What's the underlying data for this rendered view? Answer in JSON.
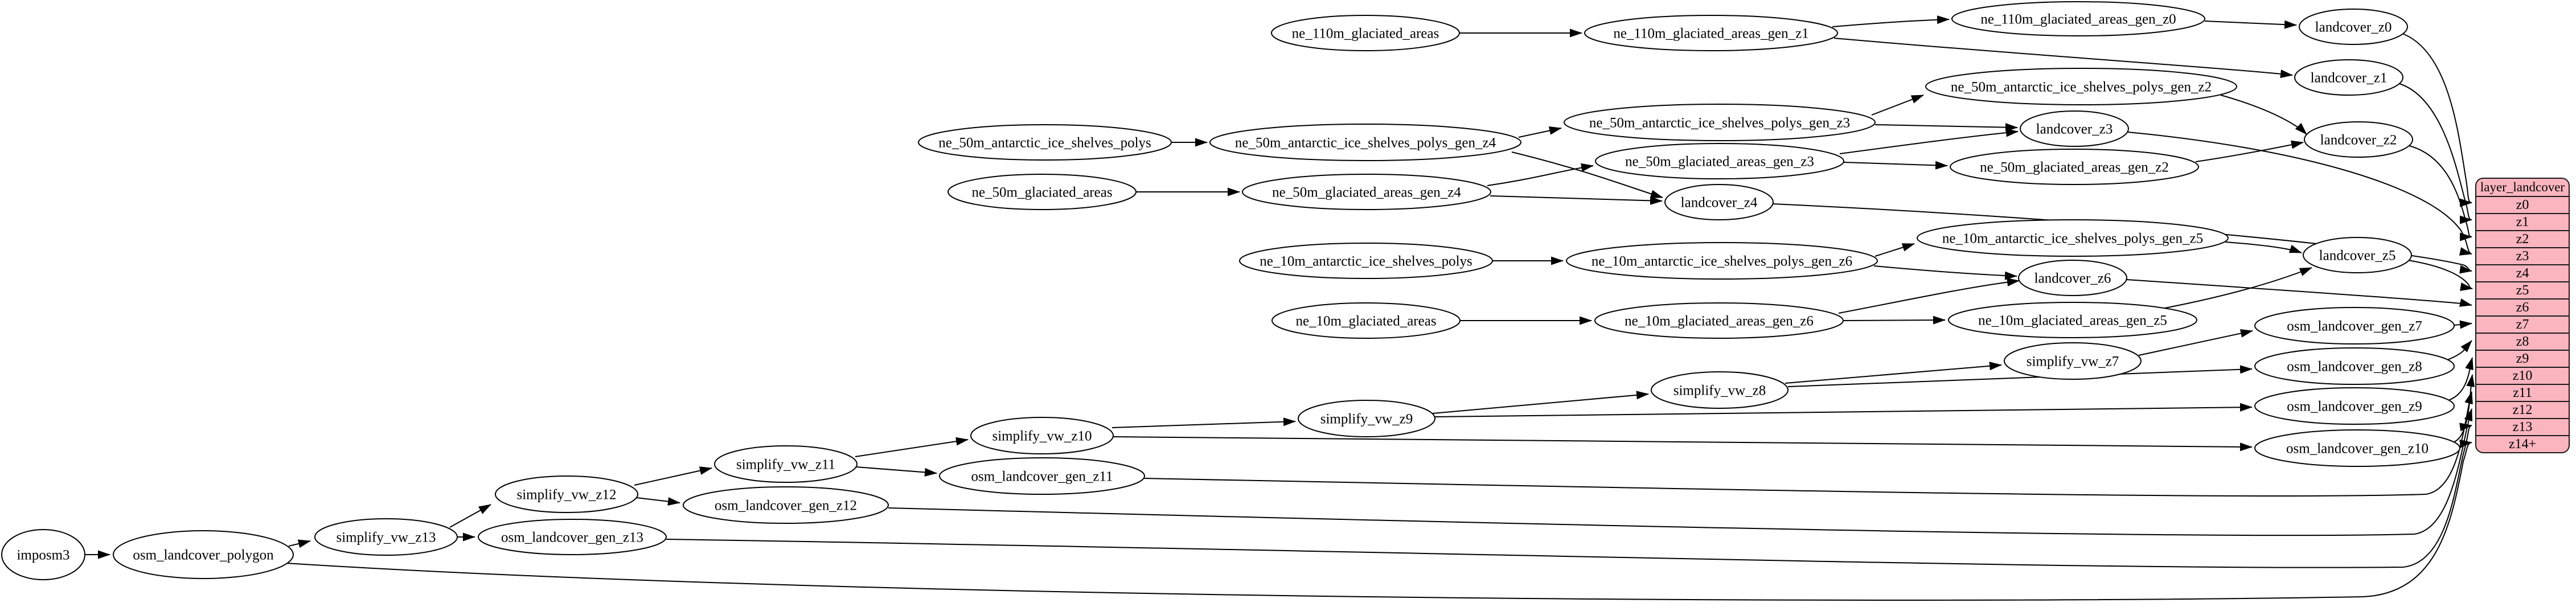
{
  "diagram": {
    "background_color": "#ffffff",
    "node_fill": "#ffffff",
    "node_stroke": "#000000",
    "edge_color": "#000000",
    "nodes": [
      {
        "id": "imposm3",
        "label": "imposm3"
      },
      {
        "id": "osm_landcover_polygon",
        "label": "osm_landcover_polygon"
      },
      {
        "id": "simplify_vw_z13",
        "label": "simplify_vw_z13"
      },
      {
        "id": "osm_landcover_gen_z13",
        "label": "osm_landcover_gen_z13"
      },
      {
        "id": "simplify_vw_z12",
        "label": "simplify_vw_z12"
      },
      {
        "id": "osm_landcover_gen_z12",
        "label": "osm_landcover_gen_z12"
      },
      {
        "id": "simplify_vw_z11",
        "label": "simplify_vw_z11"
      },
      {
        "id": "osm_landcover_gen_z11",
        "label": "osm_landcover_gen_z11"
      },
      {
        "id": "simplify_vw_z10",
        "label": "simplify_vw_z10"
      },
      {
        "id": "osm_landcover_gen_z10",
        "label": "osm_landcover_gen_z10"
      },
      {
        "id": "simplify_vw_z9",
        "label": "simplify_vw_z9"
      },
      {
        "id": "osm_landcover_gen_z9",
        "label": "osm_landcover_gen_z9"
      },
      {
        "id": "simplify_vw_z8",
        "label": "simplify_vw_z8"
      },
      {
        "id": "osm_landcover_gen_z8",
        "label": "osm_landcover_gen_z8"
      },
      {
        "id": "simplify_vw_z7",
        "label": "simplify_vw_z7"
      },
      {
        "id": "osm_landcover_gen_z7",
        "label": "osm_landcover_gen_z7"
      },
      {
        "id": "ne_110m_glaciated_areas",
        "label": "ne_110m_glaciated_areas"
      },
      {
        "id": "ne_110m_glaciated_areas_gen_z1",
        "label": "ne_110m_glaciated_areas_gen_z1"
      },
      {
        "id": "ne_110m_glaciated_areas_gen_z0",
        "label": "ne_110m_glaciated_areas_gen_z0"
      },
      {
        "id": "landcover_z0",
        "label": "landcover_z0"
      },
      {
        "id": "landcover_z1",
        "label": "landcover_z1"
      },
      {
        "id": "ne_50m_antarctic_ice_shelves_polys",
        "label": "ne_50m_antarctic_ice_shelves_polys"
      },
      {
        "id": "ne_50m_antarctic_ice_shelves_polys_gen_z4",
        "label": "ne_50m_antarctic_ice_shelves_polys_gen_z4"
      },
      {
        "id": "ne_50m_antarctic_ice_shelves_polys_gen_z3",
        "label": "ne_50m_antarctic_ice_shelves_polys_gen_z3"
      },
      {
        "id": "ne_50m_antarctic_ice_shelves_polys_gen_z2",
        "label": "ne_50m_antarctic_ice_shelves_polys_gen_z2"
      },
      {
        "id": "ne_50m_glaciated_areas",
        "label": "ne_50m_glaciated_areas"
      },
      {
        "id": "ne_50m_glaciated_areas_gen_z4",
        "label": "ne_50m_glaciated_areas_gen_z4"
      },
      {
        "id": "ne_50m_glaciated_areas_gen_z3",
        "label": "ne_50m_glaciated_areas_gen_z3"
      },
      {
        "id": "ne_50m_glaciated_areas_gen_z2",
        "label": "ne_50m_glaciated_areas_gen_z2"
      },
      {
        "id": "landcover_z2",
        "label": "landcover_z2"
      },
      {
        "id": "landcover_z3",
        "label": "landcover_z3"
      },
      {
        "id": "landcover_z4",
        "label": "landcover_z4"
      },
      {
        "id": "ne_10m_antarctic_ice_shelves_polys",
        "label": "ne_10m_antarctic_ice_shelves_polys"
      },
      {
        "id": "ne_10m_antarctic_ice_shelves_polys_gen_z6",
        "label": "ne_10m_antarctic_ice_shelves_polys_gen_z6"
      },
      {
        "id": "ne_10m_antarctic_ice_shelves_polys_gen_z5",
        "label": "ne_10m_antarctic_ice_shelves_polys_gen_z5"
      },
      {
        "id": "ne_10m_glaciated_areas",
        "label": "ne_10m_glaciated_areas"
      },
      {
        "id": "ne_10m_glaciated_areas_gen_z6",
        "label": "ne_10m_glaciated_areas_gen_z6"
      },
      {
        "id": "ne_10m_glaciated_areas_gen_z5",
        "label": "ne_10m_glaciated_areas_gen_z5"
      },
      {
        "id": "landcover_z5",
        "label": "landcover_z5"
      },
      {
        "id": "landcover_z6",
        "label": "landcover_z6"
      }
    ],
    "edges": [
      [
        "imposm3",
        "osm_landcover_polygon"
      ],
      [
        "osm_landcover_polygon",
        "simplify_vw_z13"
      ],
      [
        "osm_landcover_polygon",
        "row_z14"
      ],
      [
        "simplify_vw_z13",
        "osm_landcover_gen_z13"
      ],
      [
        "simplify_vw_z13",
        "simplify_vw_z12"
      ],
      [
        "osm_landcover_gen_z13",
        "row_z13"
      ],
      [
        "simplify_vw_z12",
        "osm_landcover_gen_z12"
      ],
      [
        "simplify_vw_z12",
        "simplify_vw_z11"
      ],
      [
        "osm_landcover_gen_z12",
        "row_z12"
      ],
      [
        "simplify_vw_z11",
        "osm_landcover_gen_z11"
      ],
      [
        "simplify_vw_z11",
        "simplify_vw_z10"
      ],
      [
        "osm_landcover_gen_z11",
        "row_z11"
      ],
      [
        "simplify_vw_z10",
        "osm_landcover_gen_z10"
      ],
      [
        "simplify_vw_z10",
        "simplify_vw_z9"
      ],
      [
        "osm_landcover_gen_z10",
        "row_z10"
      ],
      [
        "simplify_vw_z9",
        "osm_landcover_gen_z9"
      ],
      [
        "simplify_vw_z9",
        "simplify_vw_z8"
      ],
      [
        "osm_landcover_gen_z9",
        "row_z9"
      ],
      [
        "simplify_vw_z8",
        "osm_landcover_gen_z8"
      ],
      [
        "simplify_vw_z8",
        "simplify_vw_z7"
      ],
      [
        "osm_landcover_gen_z8",
        "row_z8"
      ],
      [
        "simplify_vw_z7",
        "osm_landcover_gen_z7"
      ],
      [
        "osm_landcover_gen_z7",
        "row_z7"
      ],
      [
        "ne_110m_glaciated_areas",
        "ne_110m_glaciated_areas_gen_z1"
      ],
      [
        "ne_110m_glaciated_areas_gen_z1",
        "ne_110m_glaciated_areas_gen_z0"
      ],
      [
        "ne_110m_glaciated_areas_gen_z1",
        "landcover_z1"
      ],
      [
        "ne_110m_glaciated_areas_gen_z0",
        "landcover_z0"
      ],
      [
        "landcover_z0",
        "row_z0"
      ],
      [
        "landcover_z1",
        "row_z1"
      ],
      [
        "ne_50m_antarctic_ice_shelves_polys",
        "ne_50m_antarctic_ice_shelves_polys_gen_z4"
      ],
      [
        "ne_50m_antarctic_ice_shelves_polys_gen_z4",
        "ne_50m_antarctic_ice_shelves_polys_gen_z3"
      ],
      [
        "ne_50m_antarctic_ice_shelves_polys_gen_z4",
        "landcover_z4"
      ],
      [
        "ne_50m_antarctic_ice_shelves_polys_gen_z3",
        "ne_50m_antarctic_ice_shelves_polys_gen_z2"
      ],
      [
        "ne_50m_antarctic_ice_shelves_polys_gen_z3",
        "landcover_z3"
      ],
      [
        "ne_50m_antarctic_ice_shelves_polys_gen_z2",
        "landcover_z2"
      ],
      [
        "ne_50m_glaciated_areas",
        "ne_50m_glaciated_areas_gen_z4"
      ],
      [
        "ne_50m_glaciated_areas_gen_z4",
        "ne_50m_glaciated_areas_gen_z3"
      ],
      [
        "ne_50m_glaciated_areas_gen_z4",
        "landcover_z4"
      ],
      [
        "ne_50m_glaciated_areas_gen_z3",
        "ne_50m_glaciated_areas_gen_z2"
      ],
      [
        "ne_50m_glaciated_areas_gen_z3",
        "landcover_z3"
      ],
      [
        "ne_50m_glaciated_areas_gen_z2",
        "landcover_z2"
      ],
      [
        "landcover_z2",
        "row_z2"
      ],
      [
        "landcover_z3",
        "row_z3"
      ],
      [
        "landcover_z4",
        "row_z4"
      ],
      [
        "ne_10m_antarctic_ice_shelves_polys",
        "ne_10m_antarctic_ice_shelves_polys_gen_z6"
      ],
      [
        "ne_10m_antarctic_ice_shelves_polys_gen_z6",
        "ne_10m_antarctic_ice_shelves_polys_gen_z5"
      ],
      [
        "ne_10m_antarctic_ice_shelves_polys_gen_z6",
        "landcover_z6"
      ],
      [
        "ne_10m_antarctic_ice_shelves_polys_gen_z5",
        "landcover_z5"
      ],
      [
        "ne_10m_glaciated_areas",
        "ne_10m_glaciated_areas_gen_z6"
      ],
      [
        "ne_10m_glaciated_areas_gen_z6",
        "ne_10m_glaciated_areas_gen_z5"
      ],
      [
        "ne_10m_glaciated_areas_gen_z6",
        "landcover_z6"
      ],
      [
        "ne_10m_glaciated_areas_gen_z5",
        "landcover_z5"
      ],
      [
        "landcover_z5",
        "row_z5"
      ],
      [
        "landcover_z6",
        "row_z6"
      ]
    ],
    "table": {
      "title": "layer_landcover",
      "fill": "#fbb5be",
      "stroke": "#1a1a1a",
      "rows": [
        "z0",
        "z1",
        "z2",
        "z3",
        "z4",
        "z5",
        "z6",
        "z7",
        "z8",
        "z9",
        "z10",
        "z11",
        "z12",
        "z13",
        "z14+"
      ]
    }
  }
}
